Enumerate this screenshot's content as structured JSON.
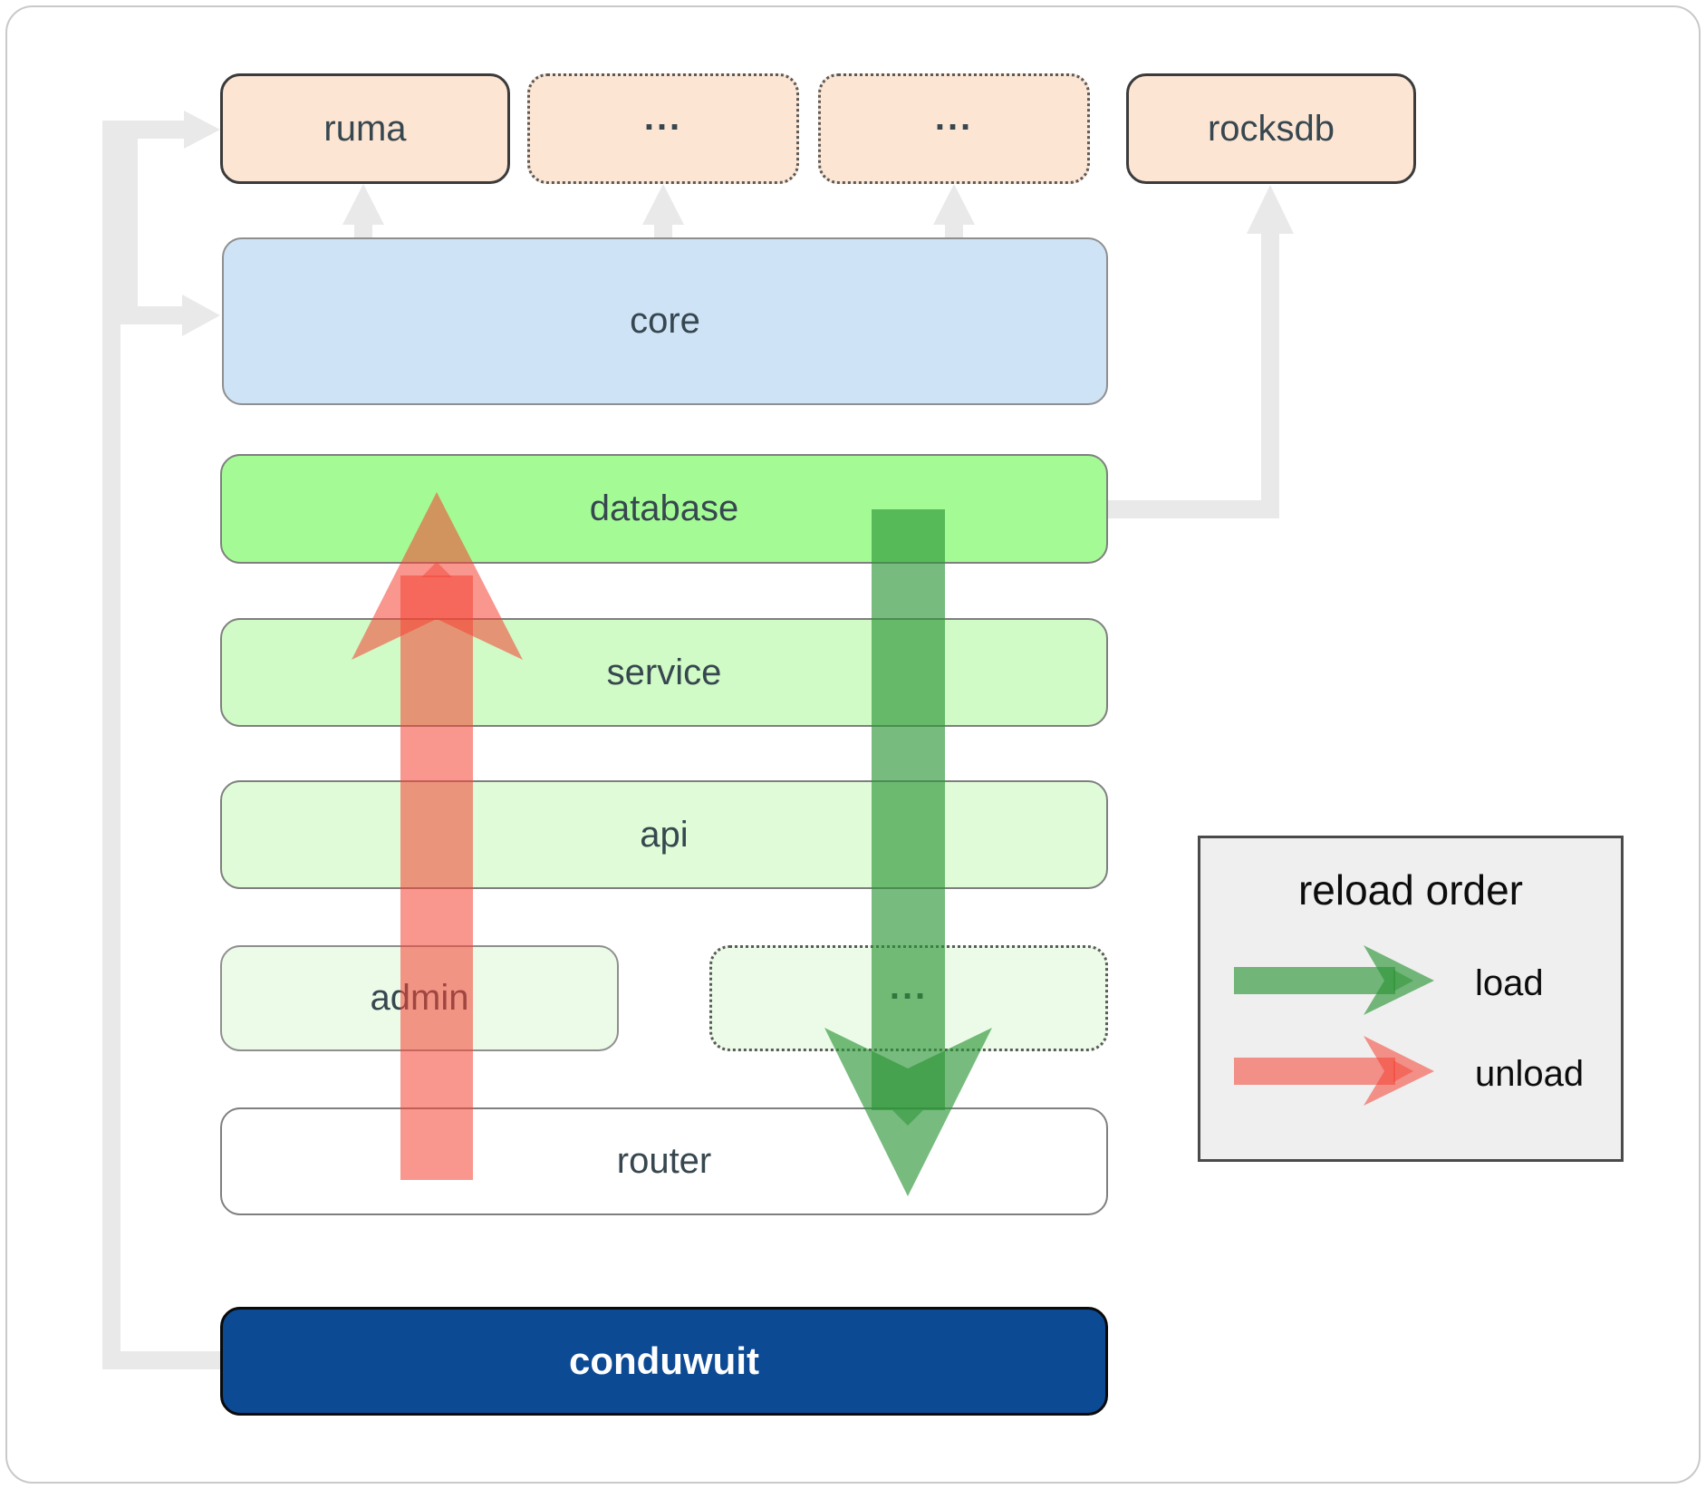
{
  "boxes": {
    "ruma": "ruma",
    "ellipsis_1": "...",
    "ellipsis_2": "...",
    "rocksdb": "rocksdb",
    "core": "core",
    "database": "database",
    "service": "service",
    "api": "api",
    "admin": "admin",
    "admin_ellipsis": "...",
    "router": "router",
    "conduwuit": "conduwuit"
  },
  "legend": {
    "title": "reload order",
    "load_label": "load",
    "unload_label": "unload"
  },
  "colors": {
    "peach": "#fce5d3",
    "core_blue": "#cfe3f7",
    "database_green": "#a4fb95",
    "service_green": "#d0fac6",
    "api_green": "#dffbd7",
    "admin_green": "#ecfbe8",
    "conduwuit_navy": "#0c4a94",
    "arrow_load_green": "#2b9435",
    "arrow_unload_red": "#f44336",
    "connector_gray": "#e9e9e9",
    "label_dark": "#37474f",
    "legend_bg": "#efefef"
  }
}
